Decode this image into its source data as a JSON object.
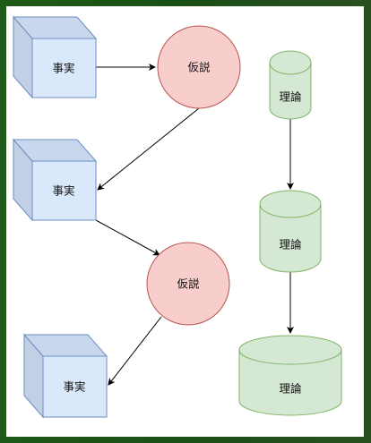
{
  "nodes": {
    "fact_1": "事実",
    "fact_2": "事実",
    "fact_3": "事実",
    "hypothesis_1": "仮説",
    "hypothesis_2": "仮説",
    "theory_1": "理論",
    "theory_2": "理論",
    "theory_3": "理論"
  },
  "colors": {
    "fact_fill": "#dae8fc",
    "fact_stroke": "#6c8ebf",
    "hypothesis_fill": "#f8cecc",
    "hypothesis_stroke": "#b85450",
    "theory_fill": "#d5e8d4",
    "theory_stroke": "#82b366",
    "frame": "#1f5a18"
  }
}
